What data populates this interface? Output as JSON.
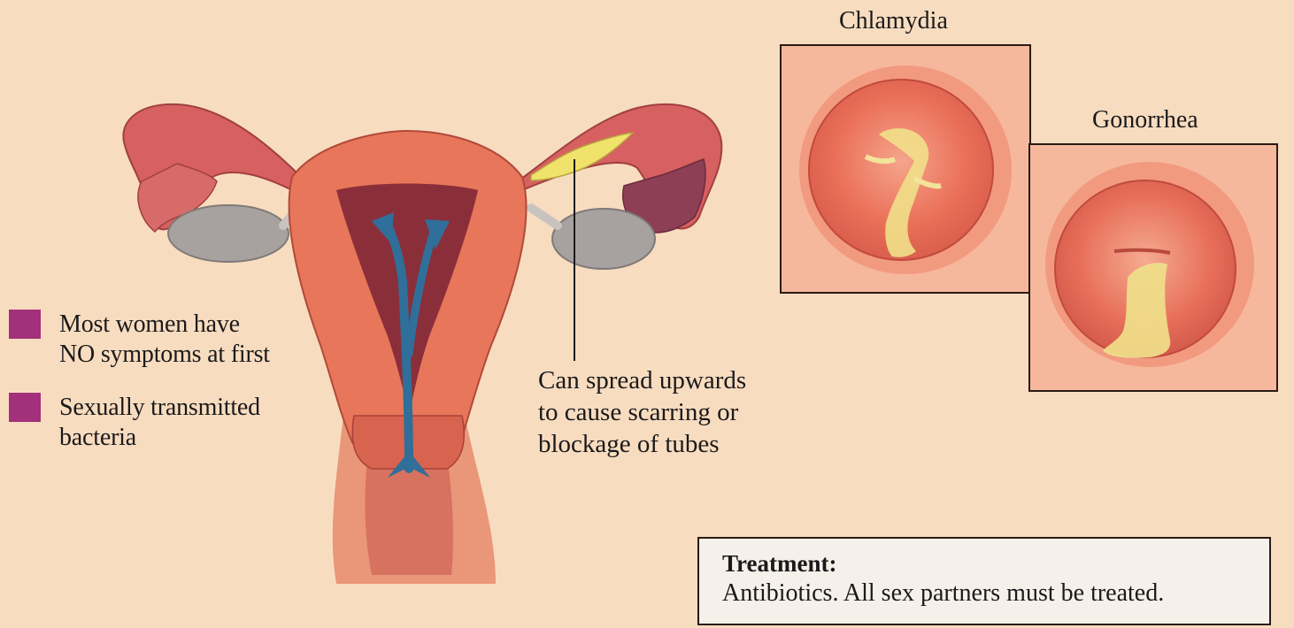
{
  "legend": {
    "items": [
      {
        "label": "Most women have\nNO symptoms at first"
      },
      {
        "label": "Sexually transmitted\nbacteria"
      }
    ]
  },
  "callout": {
    "text": "Can spread upwards\nto cause scarring or\nblockage of tubes"
  },
  "panels": [
    {
      "title": "Chlamydia"
    },
    {
      "title": "Gonorrhea"
    }
  ],
  "treatment": {
    "title": "Treatment:",
    "body": "Antibiotics. All sex partners must be treated."
  },
  "colors": {
    "background": "#f8dcc0",
    "legend_swatch": "#a2307a",
    "uterus": "#e8765a",
    "tube": "#d85e5e",
    "ovary": "#a7a2a0",
    "arrow": "#2f6f9a",
    "discharge": "#f0e26a",
    "cervix_tissue": "#e8705a"
  }
}
